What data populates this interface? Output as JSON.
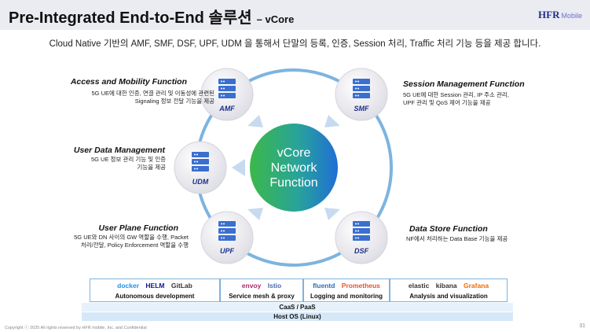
{
  "header": {
    "title": "Pre-Integrated End-to-End 솔루션",
    "subtitle": "– vCore",
    "logo_main": "HFR",
    "logo_sub": "Mobile"
  },
  "intro": "Cloud Native 기반의 AMF, SMF, DSF, UPF, UDM 을 통해서 단말의 등록, 인증, Session 처리, Traffic 처리 기능 등을 제공 합니다.",
  "center": {
    "line1": "vCore",
    "line2": "Network",
    "line3": "Function"
  },
  "nodes": {
    "amf": "AMF",
    "smf": "SMF",
    "udm": "UDM",
    "upf": "UPF",
    "dsf": "DSF"
  },
  "functions": {
    "amf": {
      "title": "Access and Mobility Function",
      "desc1": "5G UE에 대한 인증, 연결 관리 및 이동성에 관련된",
      "desc2": "Signaling 정보 전달 기능을 제공"
    },
    "smf": {
      "title": "Session Management Function",
      "desc1": "5G UE에 대한 Session 관리, IP 주소 관리,",
      "desc2": "UPF 관리 및 QoS 제어 기능을 제공"
    },
    "udm": {
      "title": "User Data Management",
      "desc1": "5G UE 정보 관리 기능 및 인증",
      "desc2": "기능을 제공"
    },
    "upf": {
      "title": "User Plane Function",
      "desc1": "5G UE와 DN 사이의 GW 역할을 수행, Packet",
      "desc2": "처리/전달, Policy Enforcement 역할을 수행"
    },
    "dsf": {
      "title": "Data Store Function",
      "desc1": "NF에서 처리하는 Data Base 기능을 제공"
    }
  },
  "stack": {
    "boxes": [
      {
        "label": "Autonomous development",
        "tools": [
          "docker",
          "HELM",
          "GitLab"
        ]
      },
      {
        "label": "Service mesh & proxy",
        "tools": [
          "envoy",
          "Istio"
        ]
      },
      {
        "label": "Logging and monitoring",
        "tools": [
          "fluentd",
          "Prometheus"
        ]
      },
      {
        "label": "Analysis and visualization",
        "tools": [
          "elastic",
          "kibana",
          "Grafana"
        ]
      }
    ],
    "caas": "CaaS / PaaS",
    "hostos": "Host OS (Linux)"
  },
  "colors": {
    "ring": "#7db4df",
    "node": "#e8e8ee",
    "server": "#3a6fd0",
    "center_from": "#3cb84a",
    "center_to": "#1f6fd6",
    "bar": "#dcecfa"
  },
  "icons": {
    "node": "server-icon",
    "arrow": "arrow-icon"
  },
  "footer": "Copyright ⓒ 2025 All rights reserved by HFR mobile, Inc. and Confidential",
  "page_number": "31"
}
